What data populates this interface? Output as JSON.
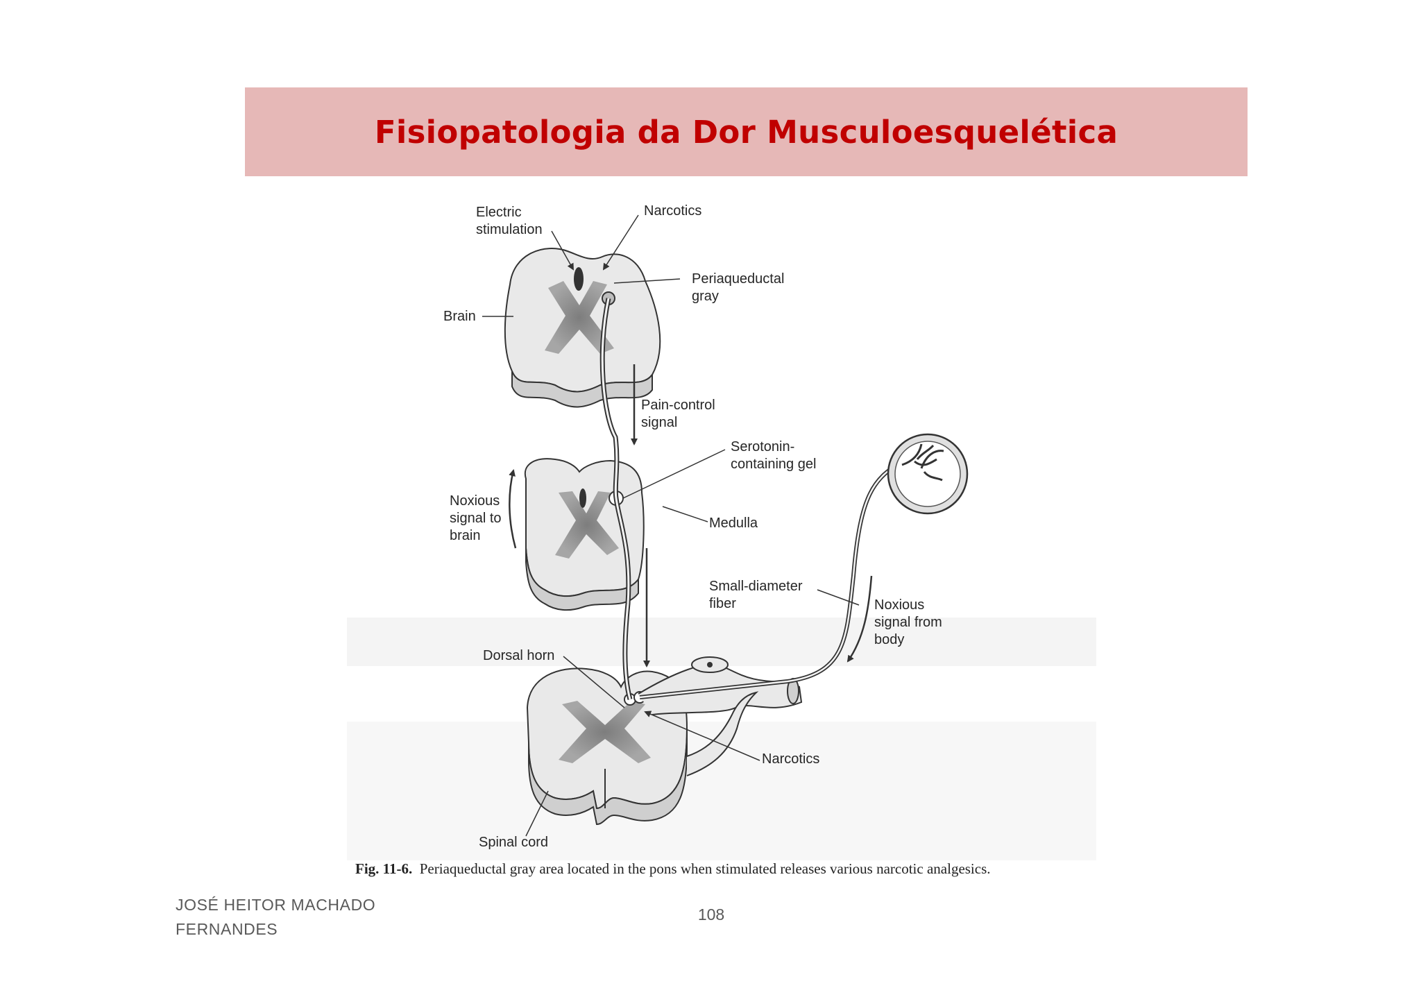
{
  "slide": {
    "title": "Fisiopatologia da Dor Musculoesquelética",
    "author": "JOSÉ  HEITOR  MACHADO\nFERNANDES",
    "page_number": "108",
    "colors": {
      "banner": "#e6b8b7",
      "title": "#c00000",
      "footer": "#595959"
    }
  },
  "figure": {
    "labels": {
      "electric_stimulation": "Electric\nstimulation",
      "narcotics_top": "Narcotics",
      "periaqueductal_gray": "Periaqueductal\ngray",
      "brain": "Brain",
      "pain_control_signal": "Pain-control\nsignal",
      "serotonin_gel": "Serotonin-\ncontaining gel",
      "noxious_to_brain": "Noxious\nsignal to\nbrain",
      "medulla": "Medulla",
      "small_diameter_fiber": "Small-diameter\nfiber",
      "noxious_from_body": "Noxious\nsignal from\nbody",
      "dorsal_horn": "Dorsal horn",
      "narcotics_bottom": "Narcotics",
      "spinal_cord": "Spinal cord"
    },
    "caption_ref": "Fig. 11-6.",
    "caption_text": "Periaqueductal gray area located in the pons when stimulated releases various narcotic analgesics."
  }
}
